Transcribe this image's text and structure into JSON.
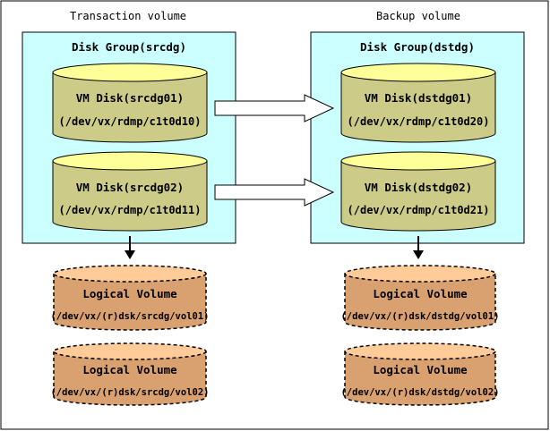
{
  "headers": {
    "left": "Transaction volume",
    "right": "Backup volume"
  },
  "source": {
    "group_title": "Disk Group(srcdg)",
    "disks": [
      {
        "name": "VM Disk(srcdg01)",
        "path": "(/dev/vx/rdmp/c1t0d10)"
      },
      {
        "name": "VM Disk(srcdg02)",
        "path": "(/dev/vx/rdmp/c1t0d11)"
      }
    ],
    "volumes": [
      {
        "title": "Logical Volume",
        "path": "(/dev/vx/(r)dsk/srcdg/vol01)"
      },
      {
        "title": "Logical Volume",
        "path": "(/dev/vx/(r)dsk/srcdg/vol02)"
      }
    ]
  },
  "backup": {
    "group_title": "Disk Group(dstdg)",
    "disks": [
      {
        "name": "VM Disk(dstdg01)",
        "path": "(/dev/vx/rdmp/c1t0d20)"
      },
      {
        "name": "VM Disk(dstdg02)",
        "path": "(/dev/vx/rdmp/c1t0d21)"
      }
    ],
    "volumes": [
      {
        "title": "Logical Volume",
        "path": "(/dev/vx/(r)dsk/dstdg/vol01)"
      },
      {
        "title": "Logical Volume",
        "path": "(/dev/vx/(r)dsk/dstdg/vol02)"
      }
    ]
  },
  "colors": {
    "group_fill": "#ccffff",
    "disk_fill": "#cccc88",
    "disk_top": "#ffff99",
    "volume_fill": "#d9a070",
    "volume_top": "#ffcc99"
  }
}
